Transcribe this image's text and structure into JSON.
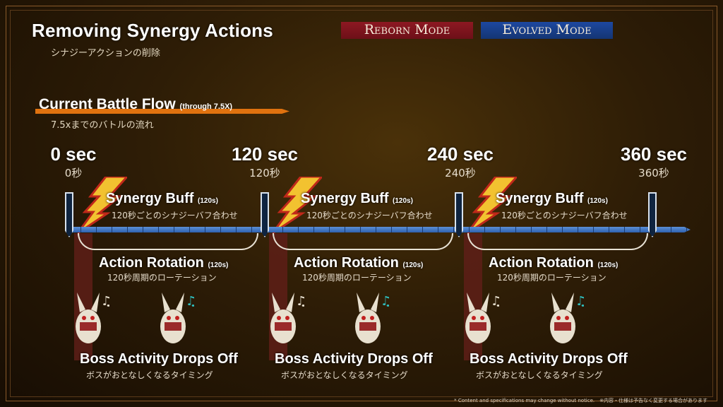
{
  "title": "Removing Synergy Actions",
  "title_jp": "シナジーアクションの削除",
  "badges": {
    "reborn": "Reborn Mode",
    "evolved": "Evolved Mode"
  },
  "section": {
    "title": "Current Battle Flow",
    "note": "(through 7.5X)",
    "jp": "7.5xまでのバトルの流れ"
  },
  "times": [
    {
      "label": "0 sec",
      "jp": "0秒"
    },
    {
      "label": "120 sec",
      "jp": "120秒"
    },
    {
      "label": "240 sec",
      "jp": "240秒"
    },
    {
      "label": "360 sec",
      "jp": "360秒"
    }
  ],
  "segment": {
    "buff": "Synergy Buff",
    "buff_dur": "(120s)",
    "buff_jp": "120秒ごとのシナジーバフ合わせ",
    "rotation": "Action Rotation",
    "rotation_dur": "(120s)",
    "rotation_jp": "120秒周期のローテーション",
    "boss": "Boss Activity Drops Off",
    "boss_jp": "ボスがおとなしくなるタイミング"
  },
  "footer": "* Content and specifications may change without notice.　※内容・仕様は予告なく変更する場合があります"
}
